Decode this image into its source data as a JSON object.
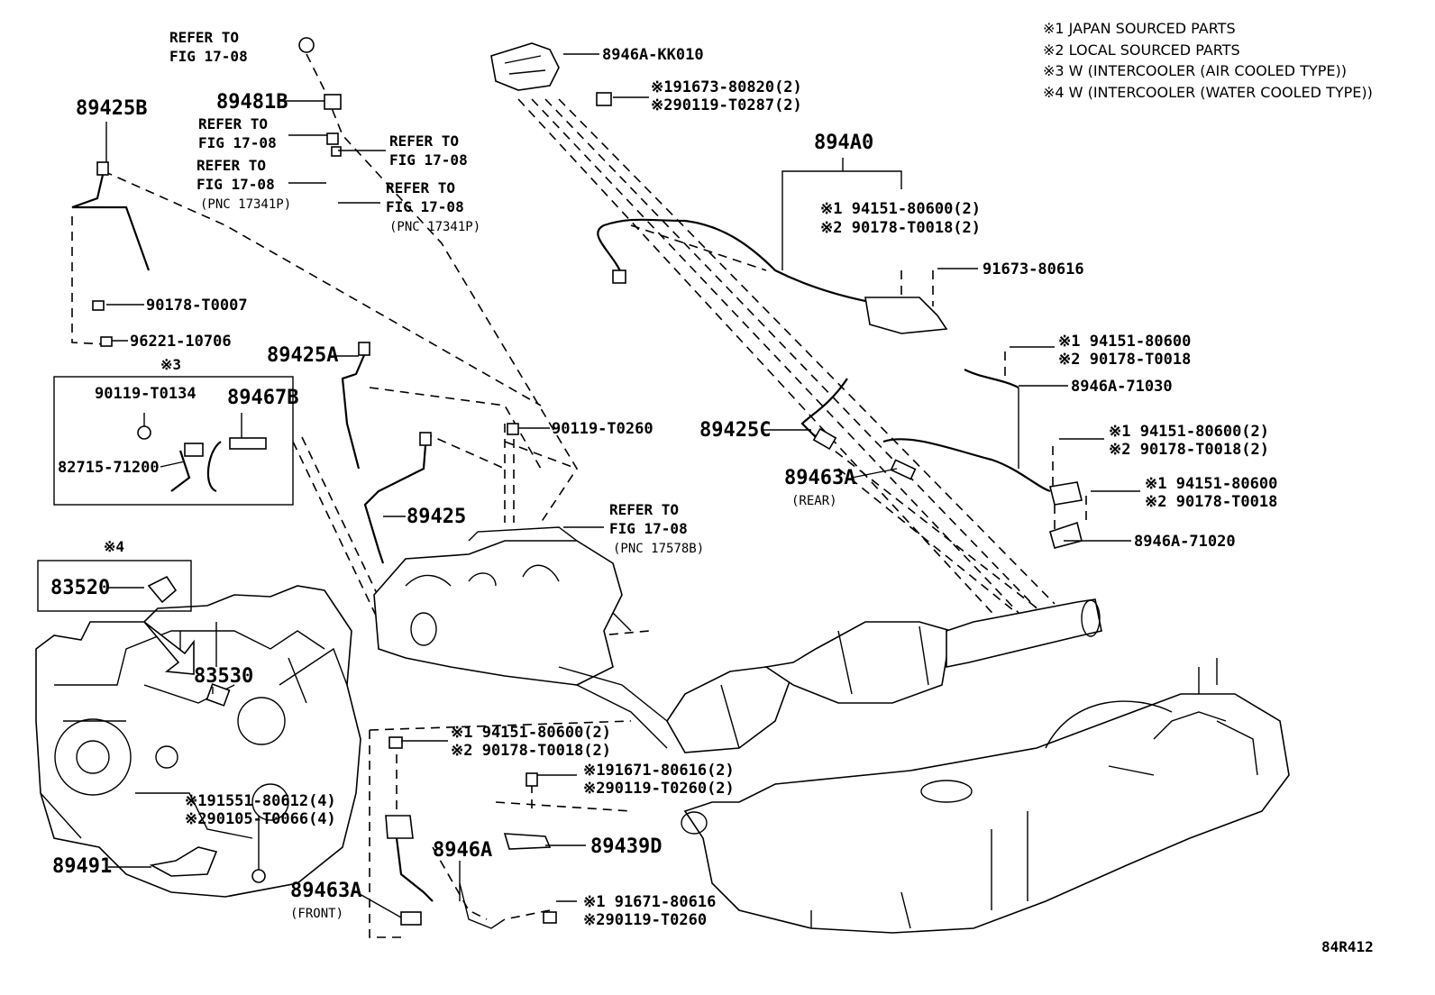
{
  "notes": [
    "※1 JAPAN SOURCED PARTS",
    "※2 LOCAL SOURCED PARTS",
    "※3 W (INTERCOOLER (AIR COOLED TYPE))",
    "※4 W (INTERCOOLER (WATER COOLED TYPE))"
  ],
  "labels": {
    "refer_top_1": "REFER TO",
    "refer_top_2": "FIG 17-08",
    "p89481B": "89481B",
    "refer_a_1": "REFER TO",
    "refer_a_2": "FIG 17-08",
    "refer_b_1": "REFER TO",
    "refer_b_2": "FIG 17-08",
    "pnc_a": "(PNC 17341P)",
    "refer_c_1": "REFER TO",
    "refer_c_2": "FIG 17-08",
    "refer_d_1": "REFER TO",
    "refer_d_2": "FIG 17-08",
    "pnc_b": "(PNC 17341P)",
    "p8946A_KK010": "8946A-KK010",
    "s1_91673_80820": "※191673-80820(2)",
    "s2_90119_T0287": "※290119-T0287(2)",
    "p89425B": "89425B",
    "p90178_T0007": "90178-T0007",
    "p96221_10706": "96221-10706",
    "s3": "※3",
    "p90119_T0134": "90119-T0134",
    "p89467B": "89467B",
    "p82715_71200": "82715-71200",
    "p89425A": "89425A",
    "p90119_T0260": "90119-T0260",
    "p89425": "89425",
    "refer_e_1": "REFER TO",
    "refer_e_2": "FIG 17-08",
    "pnc_c": "(PNC 17578B)",
    "s4": "※4",
    "p83520": "83520",
    "p83530": "83530",
    "p894A0": "894A0",
    "s1_94151_80600_2a": "※1 94151-80600(2)",
    "s2_90178_T0018_2a": "※2 90178-T0018(2)",
    "p91673_80616": "91673-80616",
    "s1_94151_80600_b": "※1 94151-80600",
    "s2_90178_T0018_b": "※2 90178-T0018",
    "p8946A_71030": "8946A-71030",
    "p89425C": "89425C",
    "p89463A_rear": "89463A",
    "rear": "(REAR)",
    "s1_94151_80600_2c": "※1 94151-80600(2)",
    "s2_90178_T0018_2c": "※2 90178-T0018(2)",
    "s1_94151_80600_d": "※1 94151-80600",
    "s2_90178_T0018_d": "※2 90178-T0018",
    "p8946A_71020": "8946A-71020",
    "s1_94151_80600_2e": "※1 94151-80600(2)",
    "s2_90178_T0018_2e": "※2 90178-T0018(2)",
    "s1_91671_80616_2": "※191671-80616(2)",
    "s2_90119_T0260_2": "※290119-T0260(2)",
    "s1_91551_80612_4": "※191551-80612(4)",
    "s2_90105_T0066_4": "※290105-T0066(4)",
    "p8946A": "8946A",
    "p89439D": "89439D",
    "p89491": "89491",
    "p89463A_front": "89463A",
    "front": "(FRONT)",
    "s1_91671_80616": "※1 91671-80616",
    "s2_90119_T0260": "※290119-T0260",
    "illustration_id": "84R412"
  }
}
